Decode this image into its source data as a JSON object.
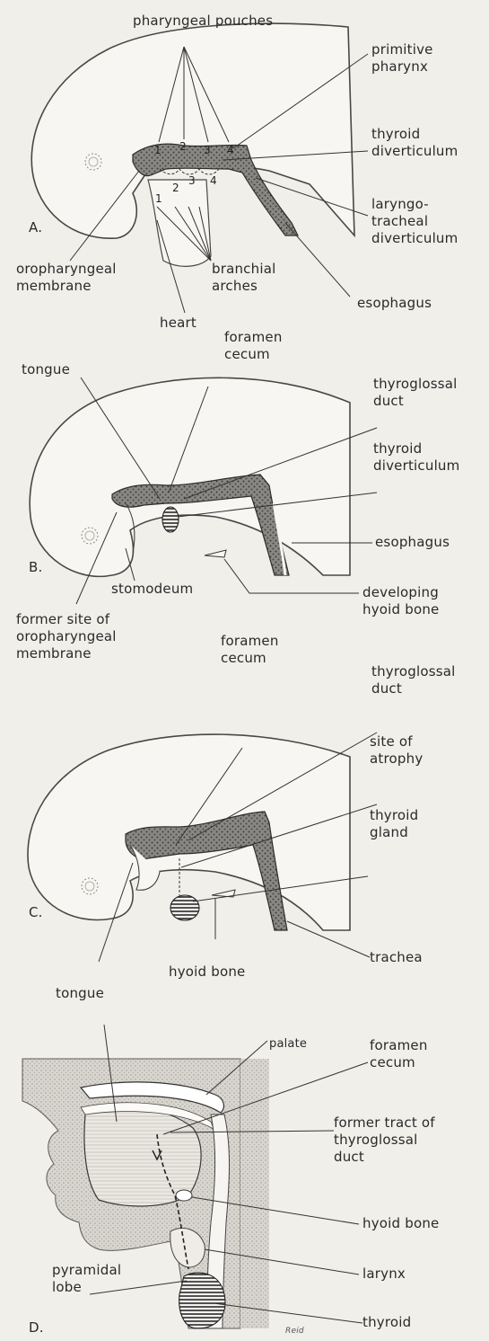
{
  "panel_a": {
    "letter": "A.",
    "labels": {
      "pharyngeal_pouches": "pharyngeal pouches",
      "primitive_pharynx": "primitive\npharynx",
      "thyroid_diverticulum": "thyroid\ndiverticulum",
      "laryngotracheal_diverticulum": "laryngo-\ntracheal\ndiverticulum",
      "oropharyngeal_membrane": "oropharyngeal\nmembrane",
      "branchial_arches": "branchial\narches",
      "esophagus": "esophagus",
      "heart": "heart"
    },
    "pouch_numbers": [
      "1",
      "2",
      "3",
      "4"
    ],
    "arch_numbers": [
      "1",
      "2",
      "3",
      "4"
    ]
  },
  "panel_b": {
    "letter": "B.",
    "labels": {
      "tongue": "tongue",
      "foramen_cecum": "foramen\ncecum",
      "thyroglossal_duct": "thyroglossal\nduct",
      "thyroid_diverticulum": "thyroid\ndiverticulum",
      "esophagus": "esophagus",
      "stomodeum": "stomodeum",
      "developing_hyoid_bone": "developing\nhyoid bone",
      "former_site": "former site of\noropharyngeal\nmembrane"
    }
  },
  "panel_c": {
    "letter": "C.",
    "labels": {
      "foramen_cecum": "foramen\ncecum",
      "thyroglossal_duct": "thyroglossal\nduct",
      "site_of_atrophy": "site of\natrophy",
      "thyroid_gland": "thyroid\ngland",
      "trachea": "trachea",
      "hyoid_bone": "hyoid bone",
      "tongue": "tongue"
    }
  },
  "panel_d": {
    "letter": "D.",
    "labels": {
      "palate": "palate",
      "foramen_cecum": "foramen\ncecum",
      "former_tract": "former tract of\nthyroglossal\nduct",
      "hyoid_bone": "hyoid bone",
      "larynx": "larynx",
      "pyramidal_lobe": "pyramidal\nlobe",
      "thyroid": "thyroid"
    },
    "signature": "Reid"
  }
}
